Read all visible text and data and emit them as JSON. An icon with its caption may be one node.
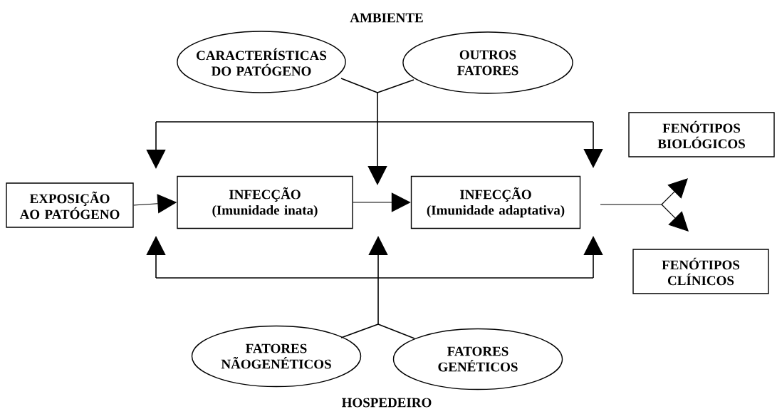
{
  "diagram": {
    "nodes": [
      {
        "text": [
          "CARACTERÍSTICAS DO PATÓGENO"
        ]
      },
      {
        "text": [
          "OUTROS FATORES"
        ]
      },
      {
        "text": [
          "FENÓTIPOS BIOLÓGICOS"
        ]
      },
      {
        "text": [
          "EXPOSIÇÃO AO PATÓGENO"
        ]
      },
      {
        "text": [
          "INFECÇÃO",
          "(Imunidade inata)"
        ]
      },
      {
        "text": [
          "INFECÇÃO",
          "(Imunidade adaptativa)"
        ]
      },
      {
        "text": [
          "FENÓTIPOS CLÍNICOS"
        ]
      },
      {
        "text": [
          "FATORES NÃOGENÉTICOS"
        ]
      },
      {
        "text": [
          "FATORES GENÉTICOS"
        ]
      }
    ],
    "edges": [
      {
        "from": 3,
        "to": 4,
        "arrow": "to"
      },
      {
        "from": 4,
        "to": 5,
        "arrow": "to"
      },
      {
        "from": 5,
        "to": 2,
        "arrow": "to"
      },
      {
        "from": 5,
        "to": 6,
        "arrow": "to"
      },
      {
        "from": 0,
        "to": null,
        "arrow": "to"
      },
      {
        "from": 1,
        "to": null,
        "arrow": "to"
      },
      {
        "from": 7,
        "to": null,
        "arrow": "to"
      },
      {
        "from": 8,
        "to": null,
        "arrow": "to"
      }
    ],
    "labels": [
      "AMBIENTE",
      "HOSPEDEIRO"
    ]
  }
}
